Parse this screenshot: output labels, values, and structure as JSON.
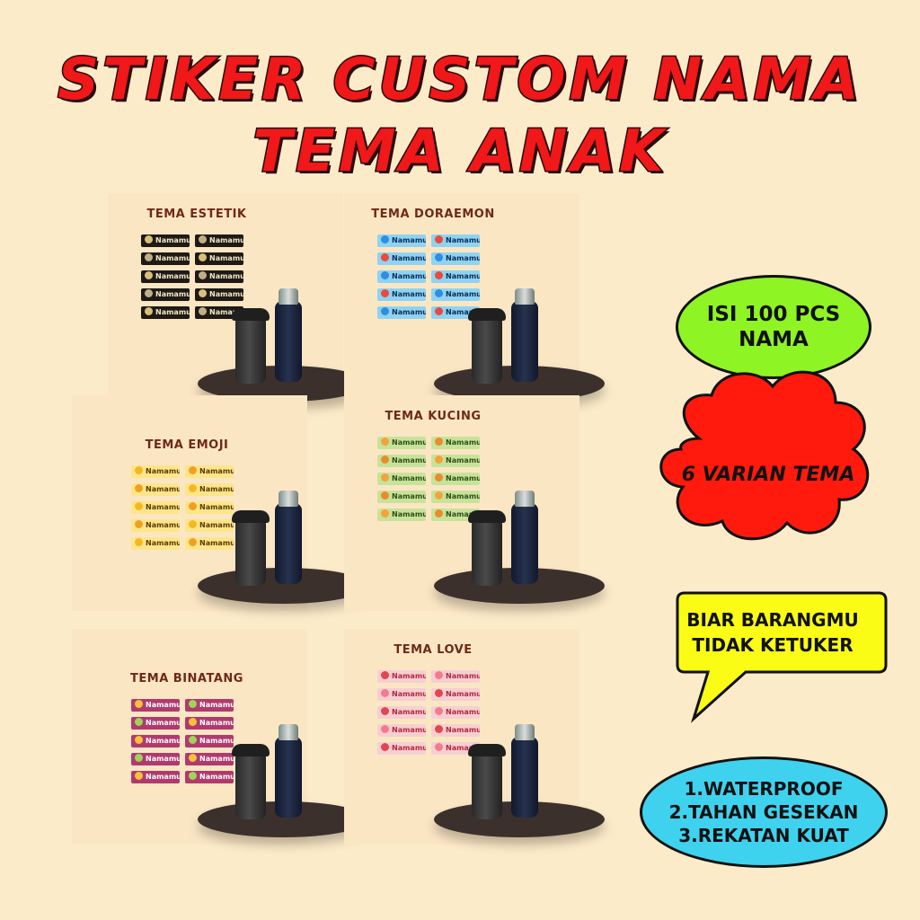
{
  "title": {
    "line1": "STIKER CUSTOM NAMA",
    "line2": "TEMA ANAK"
  },
  "sticker_label": "Namamu",
  "panels": [
    {
      "title": "TEMA ESTETIK",
      "bg": "#1e1a16",
      "fg": "#f3e7c6",
      "ico": [
        "#d8c07a",
        "#bfae88"
      ]
    },
    {
      "title": "TEMA DORAEMON",
      "bg": "#8fd3f2",
      "fg": "#0b2d57",
      "ico": [
        "#2e8ee0",
        "#e84b3c"
      ]
    },
    {
      "title": "TEMA EMOJI",
      "bg": "#fde58a",
      "fg": "#5a3a08",
      "ico": [
        "#f5b820",
        "#f0a020"
      ]
    },
    {
      "title": "TEMA KUCING",
      "bg": "#c7e39a",
      "fg": "#2f4f16",
      "ico": [
        "#f2a33a",
        "#e98c2c"
      ]
    },
    {
      "title": "TEMA BINATANG",
      "bg": "#b03a6e",
      "fg": "#ffffff",
      "ico": [
        "#f6c23a",
        "#9fd35a"
      ]
    },
    {
      "title": "TEMA LOVE",
      "bg": "#f6cfd2",
      "fg": "#b4283e",
      "ico": [
        "#e2474f",
        "#f47b8c"
      ]
    }
  ],
  "badges": {
    "isi": [
      "ISI 100 PCS",
      "NAMA"
    ],
    "varian": "6 VARIAN TEMA",
    "biar": [
      "BIAR BARANGMU",
      "TIDAK KETUKER"
    ],
    "fitur": [
      "1.WATERPROOF",
      "2.TAHAN GESEKAN",
      "3.REKATAN KUAT"
    ]
  },
  "colors": {
    "title": "#f01818",
    "green_badge": "#8ff423",
    "red_badge": "#ff1a0d",
    "yellow_badge": "#fafc15",
    "blue_badge": "#3fd2ee",
    "background": "#fcebc9"
  }
}
